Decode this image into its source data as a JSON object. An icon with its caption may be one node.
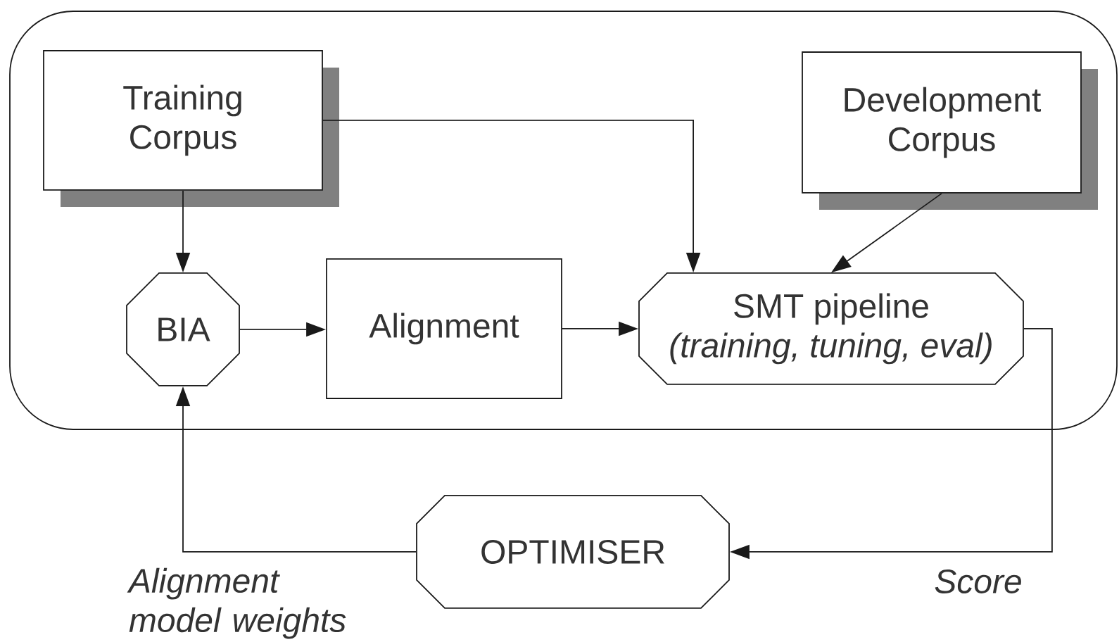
{
  "diagram": {
    "nodes": [
      {
        "text": [],
        "shape": "box"
      },
      {
        "text": [
          "Training Corpus"
        ],
        "in": 0
      },
      {
        "text": [
          "Development Corpus"
        ],
        "in": 0
      },
      {
        "text": [
          "BIA"
        ],
        "in": 0
      },
      {
        "text": [
          "Alignment"
        ],
        "in": 0
      },
      {
        "text": [
          "SMT pipeline",
          "(training, tuning, eval)"
        ],
        "in": 0
      },
      {
        "text": [
          "OPTIMISER"
        ]
      }
    ],
    "edges": [
      {
        "from": 1,
        "to": 3,
        "arrow": "to"
      },
      {
        "from": 1,
        "to": 5,
        "arrow": "to"
      },
      {
        "from": 2,
        "to": 5,
        "arrow": "to"
      },
      {
        "from": 3,
        "to": 4,
        "arrow": "to"
      },
      {
        "from": 4,
        "to": 5,
        "arrow": "to"
      },
      {
        "from": 5,
        "to": 6,
        "arrow": "to",
        "label": "Score"
      },
      {
        "from": 6,
        "to": 3,
        "arrow": "to",
        "label": "Alignment model weights"
      }
    ]
  }
}
